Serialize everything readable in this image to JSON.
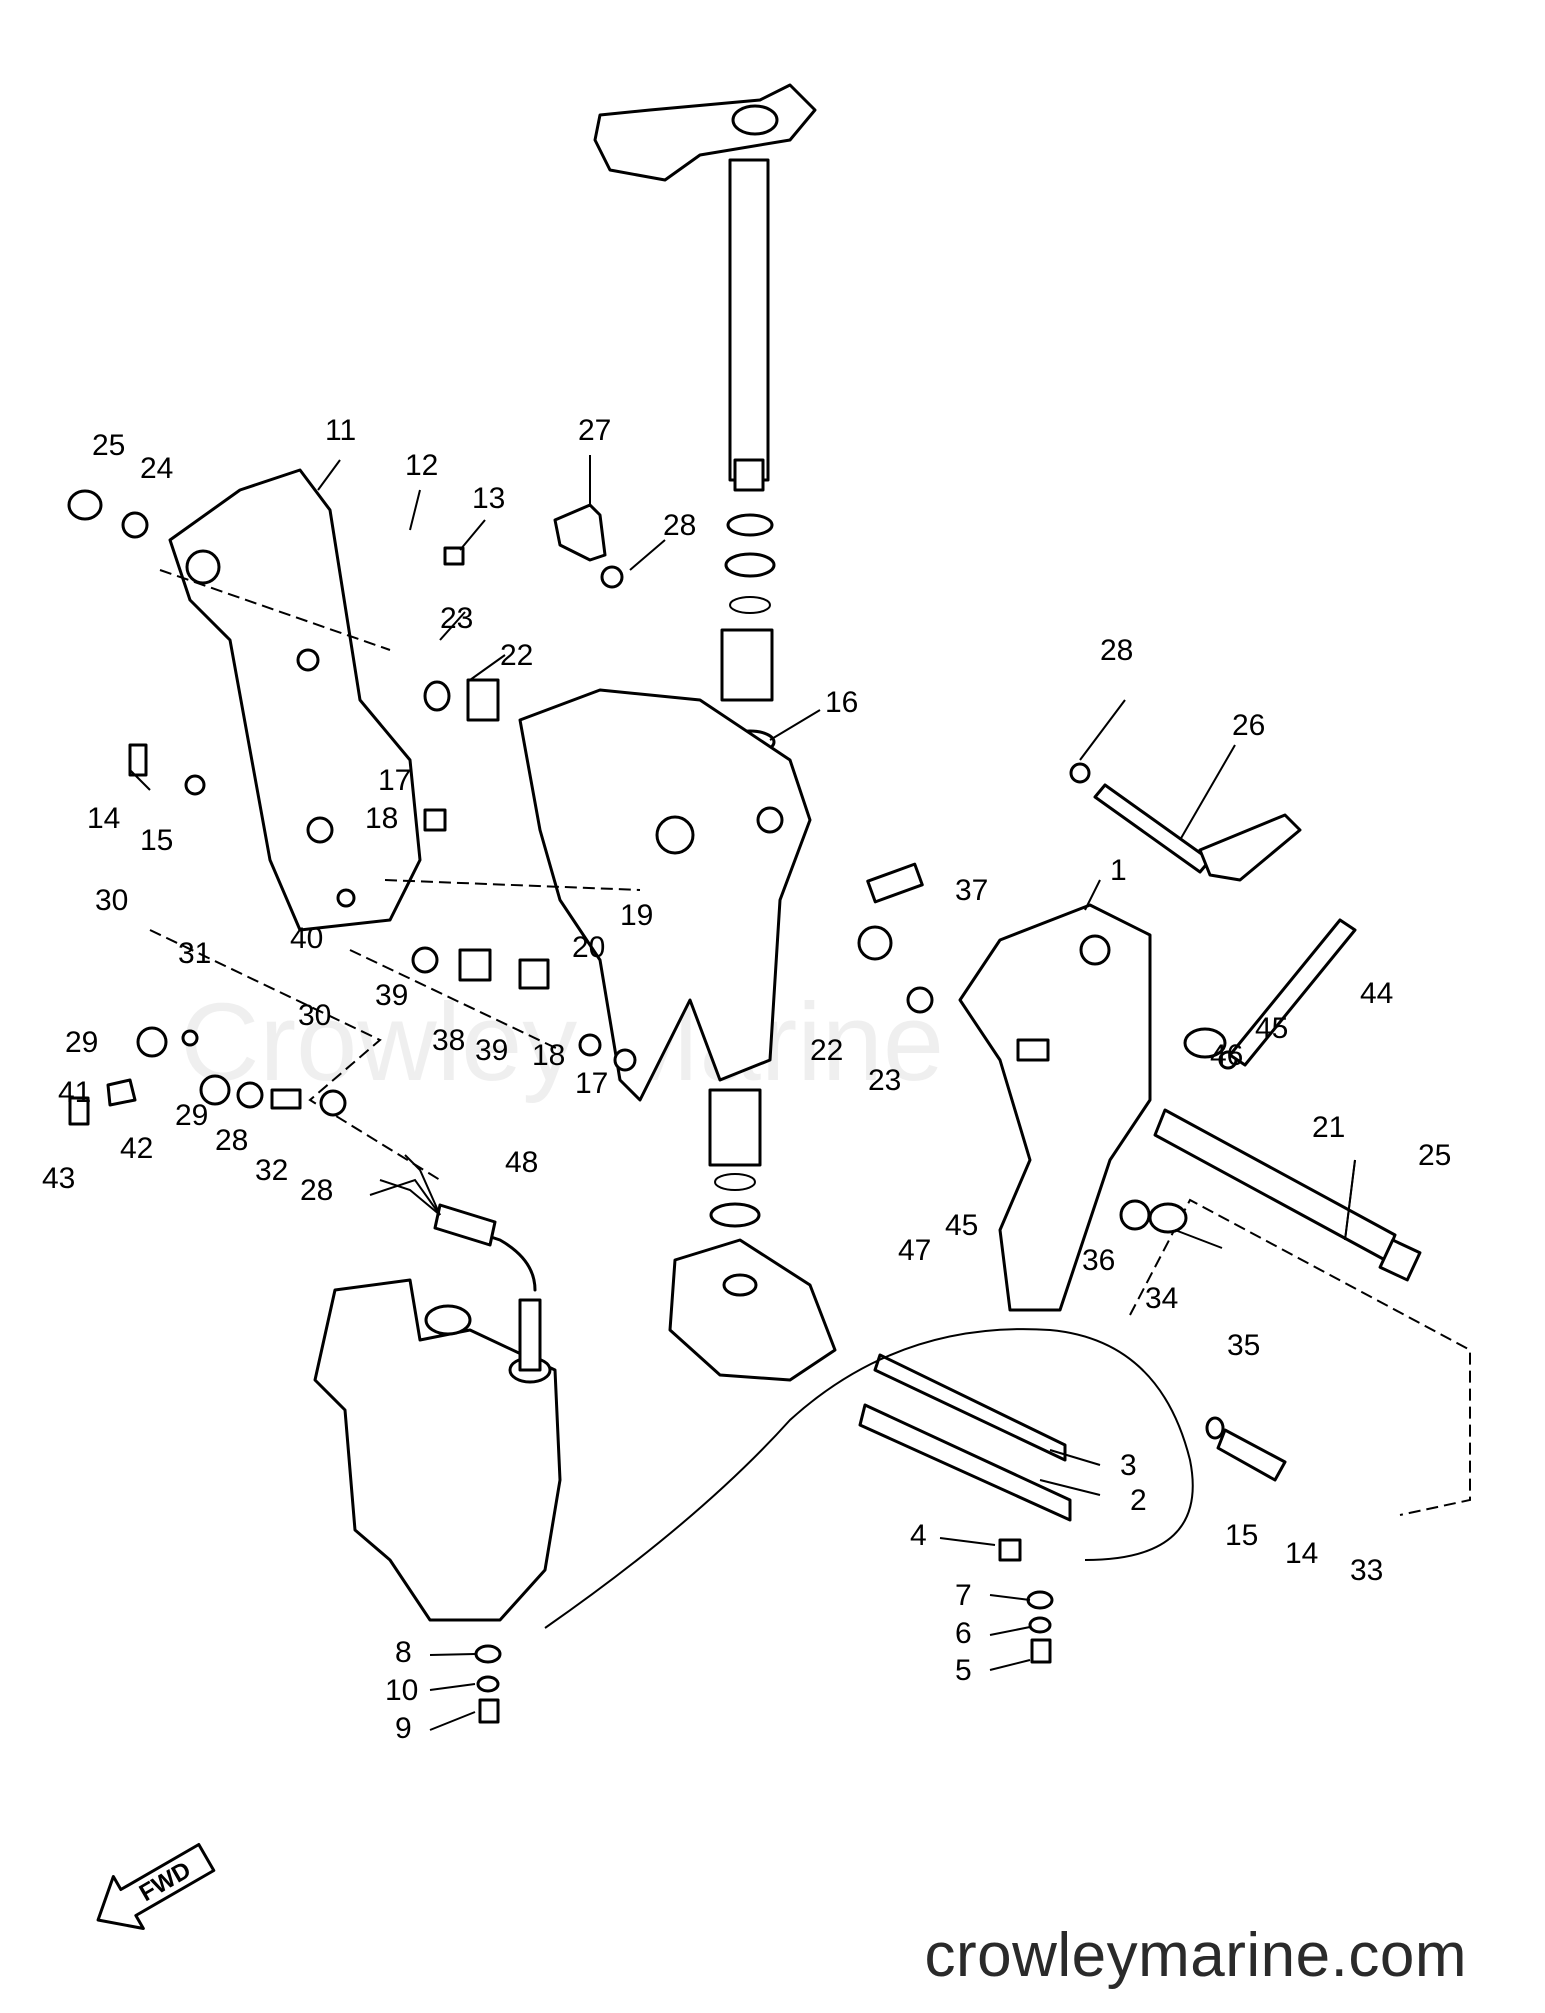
{
  "watermark": "Crowley Marine",
  "footer_url": "crowleymarine.com",
  "fwd_label": "FWD",
  "part_labels": [
    {
      "id": "1",
      "text": "1"
    },
    {
      "id": "2",
      "text": "2"
    },
    {
      "id": "3",
      "text": "3"
    },
    {
      "id": "4",
      "text": "4"
    },
    {
      "id": "5",
      "text": "5"
    },
    {
      "id": "6",
      "text": "6"
    },
    {
      "id": "7",
      "text": "7"
    },
    {
      "id": "8",
      "text": "8"
    },
    {
      "id": "9",
      "text": "9"
    },
    {
      "id": "10",
      "text": "10"
    },
    {
      "id": "11",
      "text": "11"
    },
    {
      "id": "12",
      "text": "12"
    },
    {
      "id": "13",
      "text": "13"
    },
    {
      "id": "14a",
      "text": "14"
    },
    {
      "id": "14b",
      "text": "14"
    },
    {
      "id": "15a",
      "text": "15"
    },
    {
      "id": "15b",
      "text": "15"
    },
    {
      "id": "16",
      "text": "16"
    },
    {
      "id": "17a",
      "text": "17"
    },
    {
      "id": "17b",
      "text": "17"
    },
    {
      "id": "18a",
      "text": "18"
    },
    {
      "id": "18b",
      "text": "18"
    },
    {
      "id": "19",
      "text": "19"
    },
    {
      "id": "20",
      "text": "20"
    },
    {
      "id": "21",
      "text": "21"
    },
    {
      "id": "22a",
      "text": "22"
    },
    {
      "id": "22b",
      "text": "22"
    },
    {
      "id": "23a",
      "text": "23"
    },
    {
      "id": "23b",
      "text": "23"
    },
    {
      "id": "24",
      "text": "24"
    },
    {
      "id": "25a",
      "text": "25"
    },
    {
      "id": "25b",
      "text": "25"
    },
    {
      "id": "26",
      "text": "26"
    },
    {
      "id": "27",
      "text": "27"
    },
    {
      "id": "28a",
      "text": "28"
    },
    {
      "id": "28b",
      "text": "28"
    },
    {
      "id": "28c",
      "text": "28"
    },
    {
      "id": "28d",
      "text": "28"
    },
    {
      "id": "29a",
      "text": "29"
    },
    {
      "id": "29b",
      "text": "29"
    },
    {
      "id": "30a",
      "text": "30"
    },
    {
      "id": "30b",
      "text": "30"
    },
    {
      "id": "31",
      "text": "31"
    },
    {
      "id": "32",
      "text": "32"
    },
    {
      "id": "33",
      "text": "33"
    },
    {
      "id": "34",
      "text": "34"
    },
    {
      "id": "35",
      "text": "35"
    },
    {
      "id": "36",
      "text": "36"
    },
    {
      "id": "37",
      "text": "37"
    },
    {
      "id": "38",
      "text": "38"
    },
    {
      "id": "39a",
      "text": "39"
    },
    {
      "id": "39b",
      "text": "39"
    },
    {
      "id": "40",
      "text": "40"
    },
    {
      "id": "41",
      "text": "41"
    },
    {
      "id": "42",
      "text": "42"
    },
    {
      "id": "43",
      "text": "43"
    },
    {
      "id": "44",
      "text": "44"
    },
    {
      "id": "45a",
      "text": "45"
    },
    {
      "id": "45b",
      "text": "45"
    },
    {
      "id": "46",
      "text": "46"
    },
    {
      "id": "47",
      "text": "47"
    },
    {
      "id": "48",
      "text": "48"
    }
  ]
}
